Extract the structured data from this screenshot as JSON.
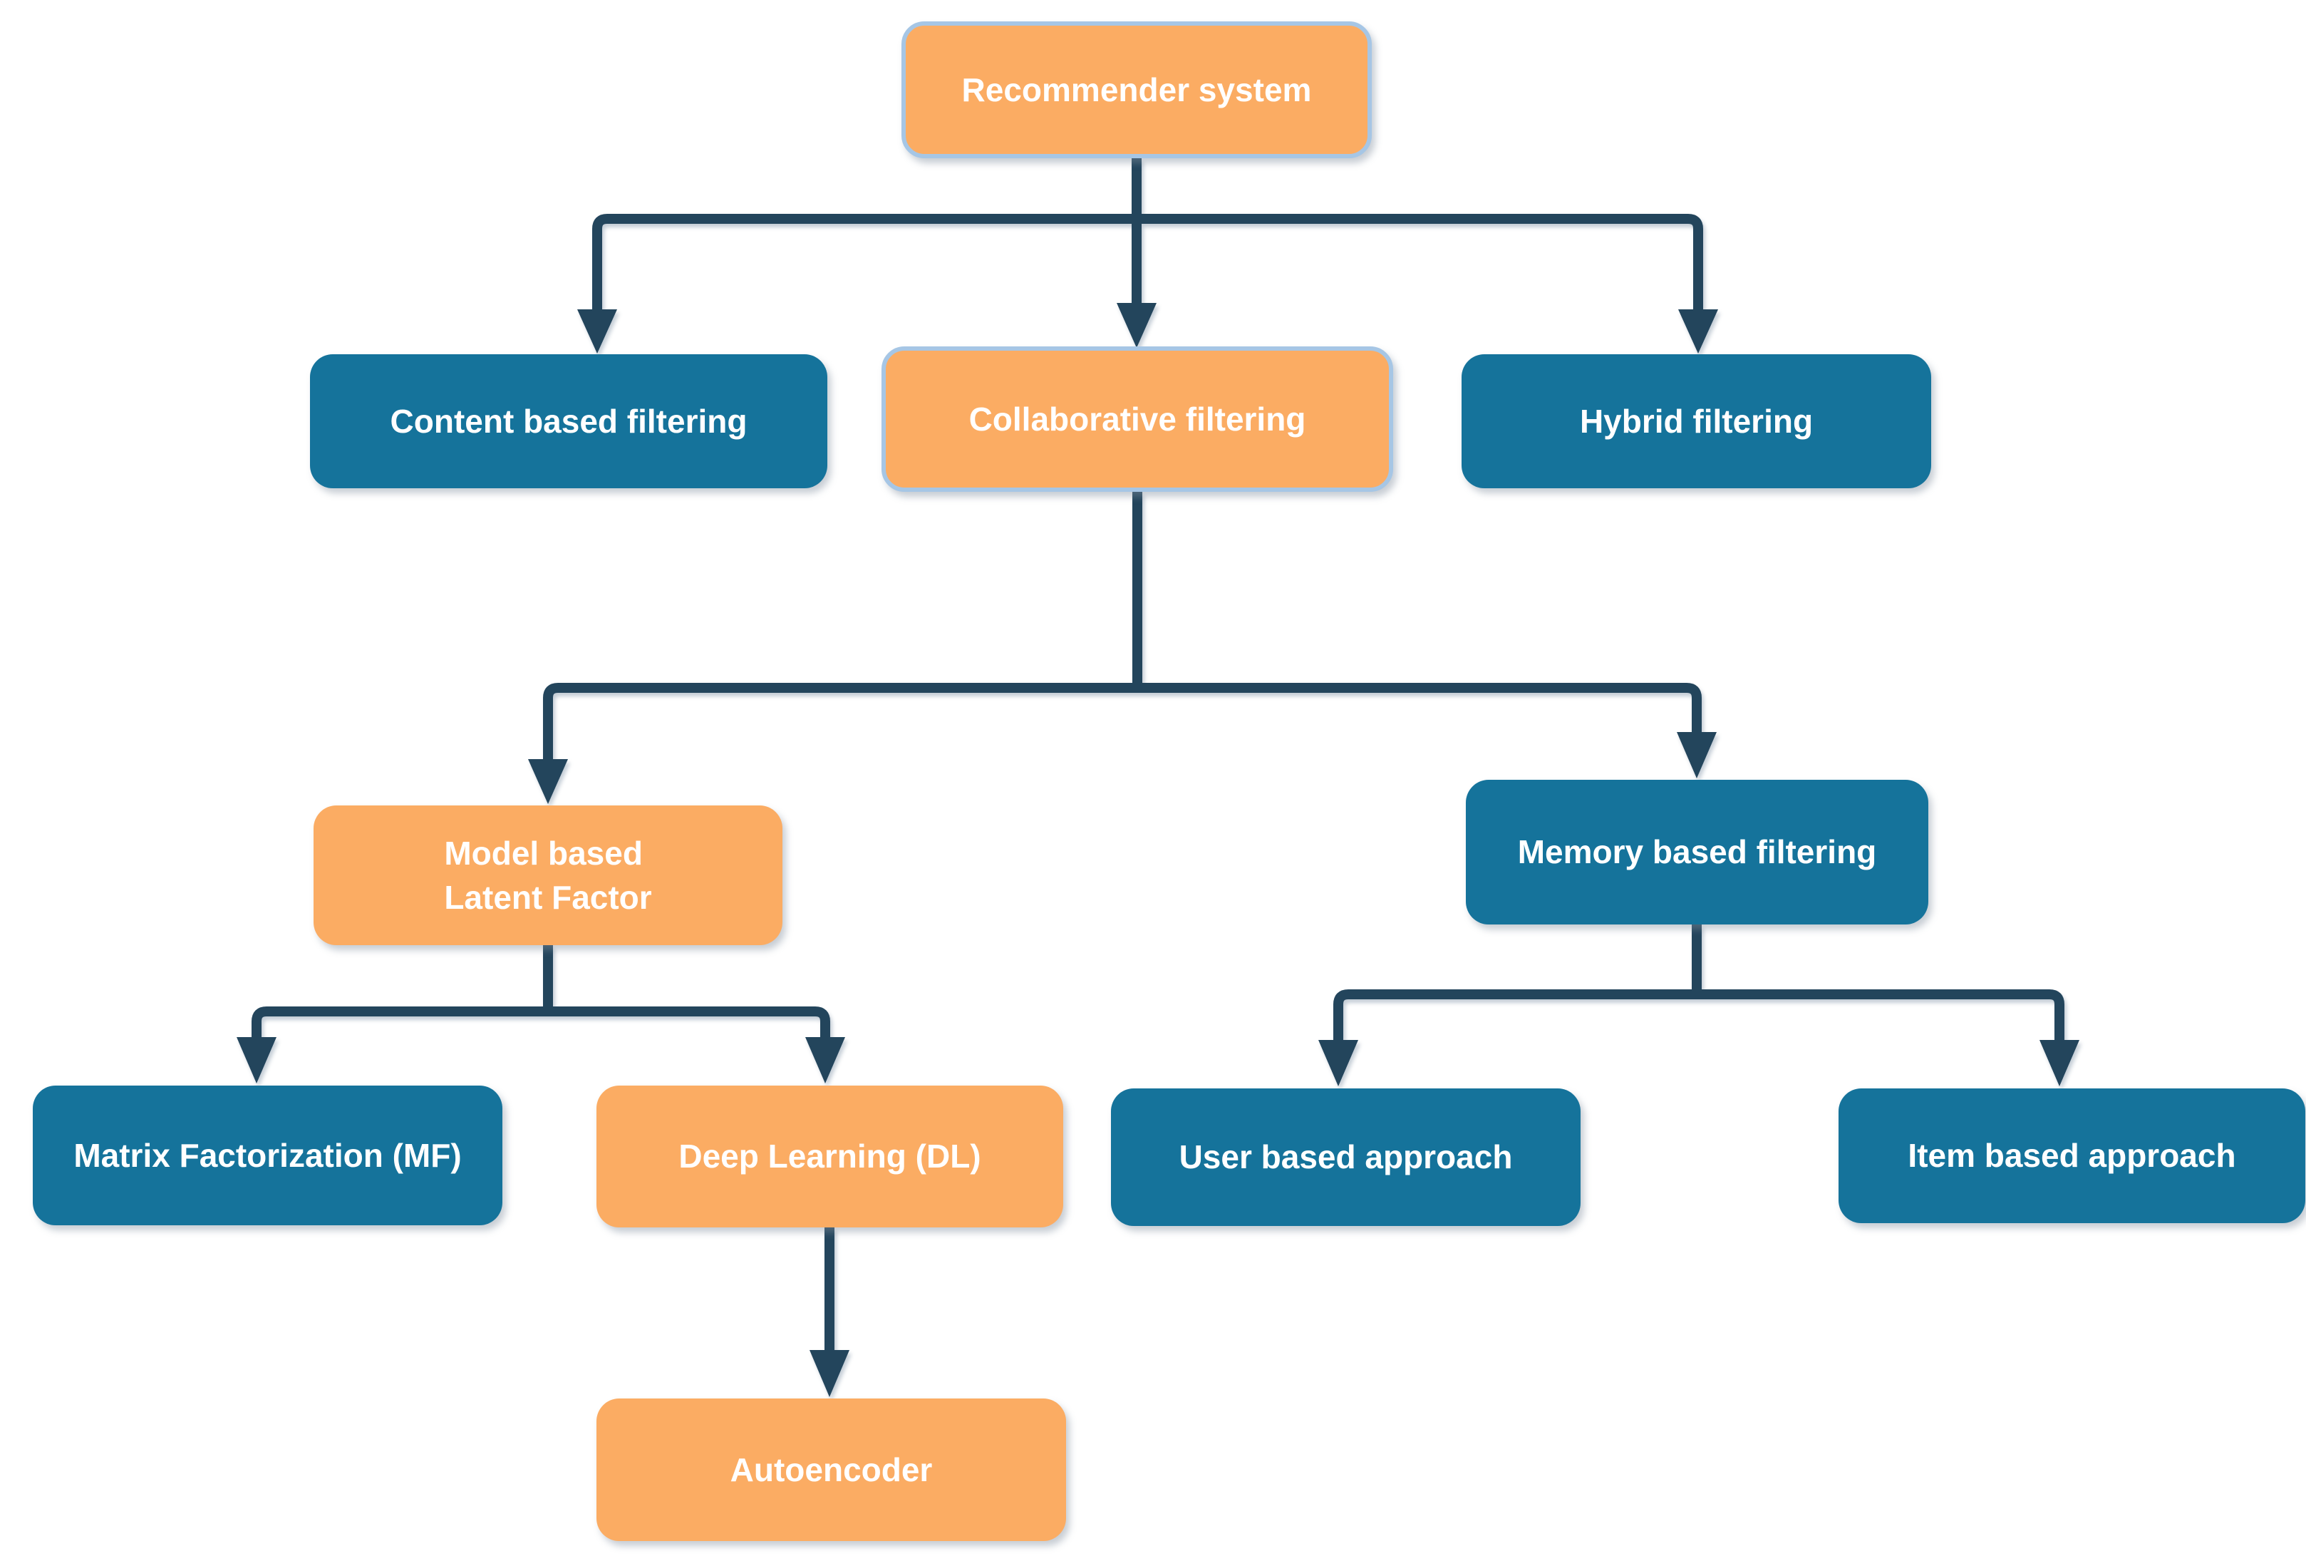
{
  "diagram": {
    "colors": {
      "node_orange": "#FBAC63",
      "node_blue": "#15739B",
      "connector": "#23455C",
      "selected_border": "#A6C6E5",
      "label_text": "#FFFFFF",
      "background": "#FFFFFF"
    },
    "nodes": [
      {
        "id": "recommender-system",
        "label": "Recommender system",
        "variant": "orange",
        "selected": true
      },
      {
        "id": "content-based-filtering",
        "label": "Content based filtering",
        "variant": "blue",
        "selected": false
      },
      {
        "id": "collaborative-filtering",
        "label": "Collaborative filtering",
        "variant": "orange",
        "selected": true
      },
      {
        "id": "hybrid-filtering",
        "label": "Hybrid filtering",
        "variant": "blue",
        "selected": false
      },
      {
        "id": "model-based-latent-factor",
        "label": "Model based\nLatent Factor",
        "variant": "orange",
        "selected": false
      },
      {
        "id": "memory-based-filtering",
        "label": "Memory based filtering",
        "variant": "blue",
        "selected": false
      },
      {
        "id": "matrix-factorization",
        "label": "Matrix Factorization (MF)",
        "variant": "blue",
        "selected": false
      },
      {
        "id": "deep-learning",
        "label": "Deep Learning (DL)",
        "variant": "orange",
        "selected": false
      },
      {
        "id": "user-based-approach",
        "label": "User based approach",
        "variant": "blue",
        "selected": false
      },
      {
        "id": "item-based-approach",
        "label": "Item based approach",
        "variant": "blue",
        "selected": false
      },
      {
        "id": "autoencoder",
        "label": "Autoencoder",
        "variant": "orange",
        "selected": false
      }
    ],
    "edges": [
      {
        "from": "Recommender system",
        "to": "Content based filtering"
      },
      {
        "from": "Recommender system",
        "to": "Collaborative filtering"
      },
      {
        "from": "Recommender system",
        "to": "Hybrid filtering"
      },
      {
        "from": "Collaborative filtering",
        "to": "Model based Latent Factor"
      },
      {
        "from": "Collaborative filtering",
        "to": "Memory based filtering"
      },
      {
        "from": "Model based Latent Factor",
        "to": "Matrix Factorization (MF)"
      },
      {
        "from": "Model based Latent Factor",
        "to": "Deep Learning (DL)"
      },
      {
        "from": "Memory based filtering",
        "to": "User based approach"
      },
      {
        "from": "Memory based filtering",
        "to": "Item based approach"
      },
      {
        "from": "Deep Learning (DL)",
        "to": "Autoencoder"
      }
    ]
  }
}
